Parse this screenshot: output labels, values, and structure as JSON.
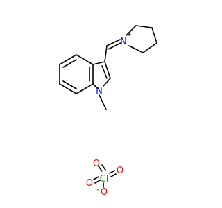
{
  "molecule": {
    "cation": {
      "pyrrolidinium_nitrogen": {
        "symbol": "N",
        "charge": "+"
      },
      "indole_nitrogen": {
        "symbol": "N"
      }
    },
    "anion": {
      "chlorine": {
        "symbol": "Cl"
      },
      "oxygen_top": {
        "symbol": "O"
      },
      "oxygen_right": {
        "symbol": "O"
      },
      "oxygen_left": {
        "symbol": "O"
      },
      "oxygen_bottom": {
        "symbol": "O",
        "charge": "-"
      }
    },
    "colors": {
      "bond": "#000000",
      "nitrogen": "#0000ff",
      "oxygen": "#ff0000",
      "chlorine": "#00aa00"
    }
  }
}
